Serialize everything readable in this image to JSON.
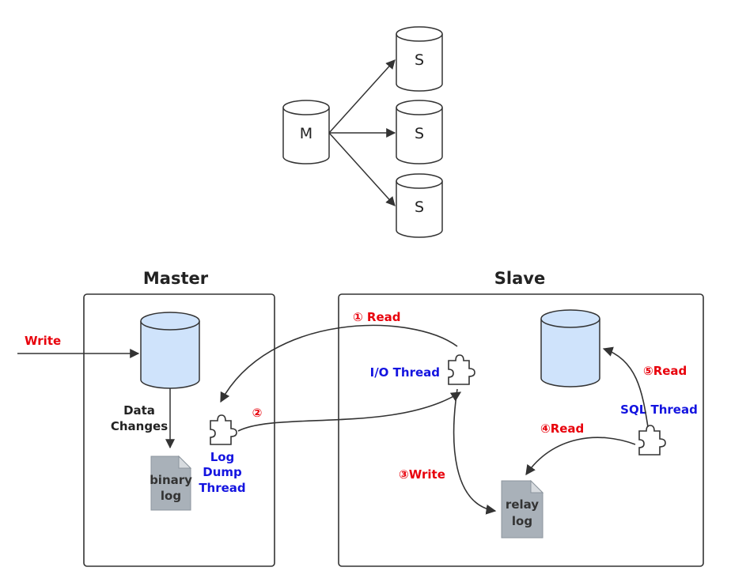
{
  "top": {
    "master_label": "M",
    "slave_labels": [
      "S",
      "S",
      "S"
    ]
  },
  "master": {
    "title": "Master",
    "write_label": "Write",
    "data_changes_line1": "Data",
    "data_changes_line2": "Changes",
    "binlog_line1": "binary",
    "binlog_line2": "log",
    "dump_thread_line1": "Log",
    "dump_thread_line2": "Dump",
    "dump_thread_line3": "Thread"
  },
  "slave": {
    "title": "Slave",
    "io_thread": "I/O Thread",
    "sql_thread": "SQL Thread",
    "relay_line1": "relay",
    "relay_line2": "log"
  },
  "steps": {
    "step1": "① Read",
    "step2": "②",
    "step3": "③Write",
    "step4": "④Read",
    "step5": "⑤Read"
  },
  "colors": {
    "step_red": "#e8000b",
    "thread_blue": "#1414e0",
    "db_fill": "#cfe3fb",
    "file_fill": "#a9b1b9"
  }
}
